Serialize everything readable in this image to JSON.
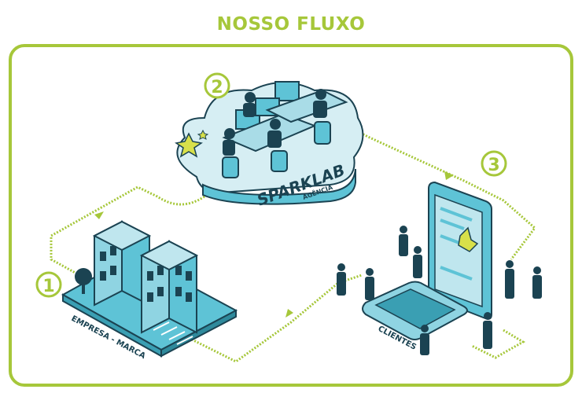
{
  "title": "NOSSO FLUXO",
  "steps": [
    {
      "number": "1",
      "label": "EMPRESA - MARCA"
    },
    {
      "number": "2",
      "label": "SPARKLAB",
      "sublabel": "AGÊNCIA"
    },
    {
      "number": "3",
      "label": "CLIENTES"
    }
  ],
  "colors": {
    "accent": "#a6c73a",
    "dark": "#1b4352",
    "teal": "#5ec3d6",
    "teal_light": "#bfe6ee",
    "teal_mid": "#8fd4e2"
  }
}
